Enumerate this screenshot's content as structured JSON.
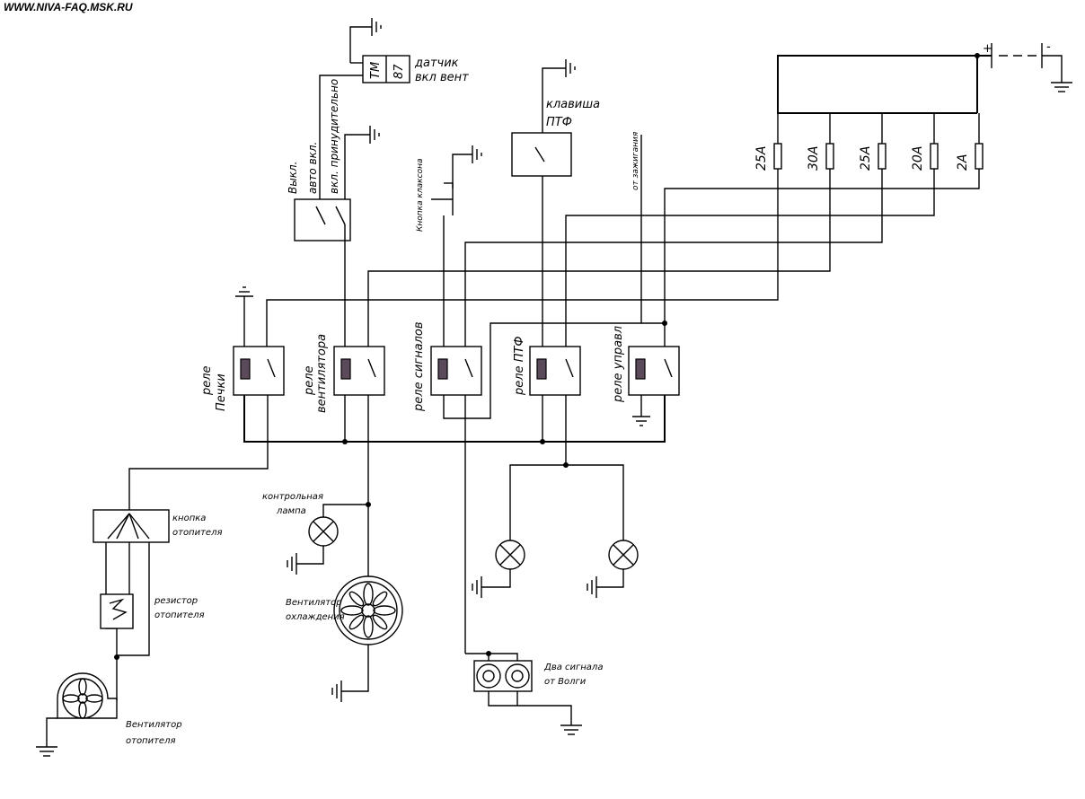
{
  "header": {
    "site": "WWW.NIVA-FAQ.MSK.RU"
  },
  "battery": {
    "plus": "+",
    "minus": "-"
  },
  "fuses": [
    "25A",
    "30A",
    "25A",
    "20A",
    "2A"
  ],
  "sensor": {
    "code1": "TM",
    "code2": "87",
    "label1": "датчик",
    "label2": "вкл вент"
  },
  "fan_switch": {
    "line1": "Выкл.",
    "line2": "авто вкл.",
    "line3": "вкл. принудительно"
  },
  "horn_button": {
    "label": "Кнопка клаксона"
  },
  "fog_key": {
    "label1": "клавиша",
    "label2": "ПТФ"
  },
  "ignition": {
    "label": "от зажигания"
  },
  "relays": [
    {
      "line1": "реле",
      "line2": "Печки"
    },
    {
      "line1": "реле",
      "line2": "вентилятора"
    },
    {
      "line1": "реле сигналов",
      "line2": ""
    },
    {
      "line1": "реле ПТФ",
      "line2": ""
    },
    {
      "line1": "реле управл",
      "line2": ""
    }
  ],
  "heater_button": {
    "label1": "кнопка",
    "label2": "отопителя"
  },
  "heater_resistor": {
    "label1": "резистор",
    "label2": "отопителя"
  },
  "heater_fan": {
    "label1": "Вентилятор",
    "label2": "отопителя"
  },
  "control_lamp": {
    "label1": "контрольная",
    "label2": "лампа"
  },
  "cooling_fan": {
    "label1": "Вентилятор",
    "label2": "охлаждения"
  },
  "horns": {
    "label1": "Два сигнала",
    "label2": "от Волги"
  }
}
